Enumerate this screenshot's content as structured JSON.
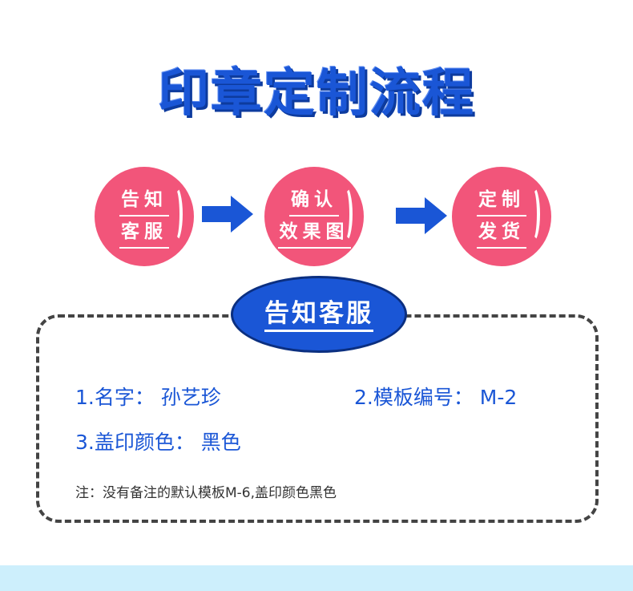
{
  "title": "印章定制流程",
  "steps": [
    {
      "line1": "告知",
      "line2": "客服"
    },
    {
      "line1": "确认",
      "line2": "效果图"
    },
    {
      "line1": "定制",
      "line2": "发货"
    }
  ],
  "section": {
    "label": "告知客服",
    "fields": {
      "name": "1.名字：  孙艺珍",
      "template": "2.模板编号：  M-2",
      "color": "3.盖印颜色：  黑色"
    },
    "note": "注：没有备注的默认模板M-6,盖印颜色黑色"
  },
  "colors": {
    "primary": "#1a56d6",
    "step_circle": "#f2557a",
    "dashed_border": "#444444",
    "footer_band": "#cdeffc"
  },
  "icons": [
    "arrow-right-icon",
    "arrow-right-icon"
  ]
}
